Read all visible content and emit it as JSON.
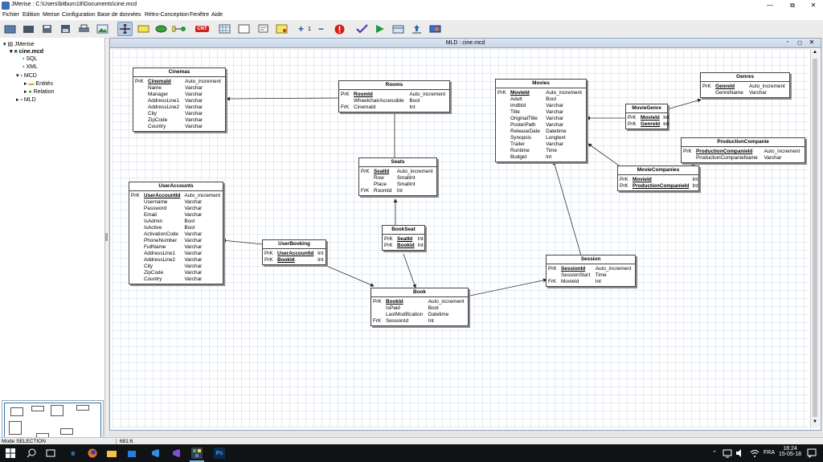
{
  "window": {
    "title": "JMerise : C:\\Users\\bitburn18\\Documents\\cine.mcd",
    "minimize": "—",
    "maximize": "⧉",
    "close": "✕"
  },
  "menu": [
    "Fichier",
    "Edition",
    "Merise",
    "Configuration",
    "Base de données",
    "Rétro-Conception",
    "Fenêtre",
    "Aide"
  ],
  "toolbar": {
    "cnt_label": "CNT",
    "zoom_value": "1",
    "plus": "+",
    "minus": "−"
  },
  "tree": {
    "root": "JMerise",
    "file": "cine.mcd",
    "sql": "SQL",
    "xml": "XML",
    "mcd": "MCD",
    "entities": "Entités",
    "relation": "Relation",
    "mld": "MLD"
  },
  "document": {
    "title": "MLD : cine.mcd"
  },
  "tables": {
    "cinemas": {
      "name": "Cinemas",
      "rows": [
        {
          "key": "PrK",
          "field": "CinemaId",
          "type": "Auto_increment",
          "pk": true
        },
        {
          "key": "",
          "field": "Name",
          "type": "Varchar"
        },
        {
          "key": "",
          "field": "Manager",
          "type": "Varchar"
        },
        {
          "key": "",
          "field": "AddressLine1",
          "type": "Varchar"
        },
        {
          "key": "",
          "field": "AddressLine2",
          "type": "Varchar"
        },
        {
          "key": "",
          "field": "City",
          "type": "Varchar"
        },
        {
          "key": "",
          "field": "ZipCode",
          "type": "Varchar"
        },
        {
          "key": "",
          "field": "Country",
          "type": "Varchar"
        }
      ]
    },
    "rooms": {
      "name": "Rooms",
      "rows": [
        {
          "key": "PrK",
          "field": "RoomId",
          "type": "Auto_increment",
          "pk": true
        },
        {
          "key": "",
          "field": "WheelchairAccessible",
          "type": "Bool"
        },
        {
          "key": "FrK",
          "field": "CinemaId",
          "type": "Int"
        }
      ]
    },
    "movies": {
      "name": "Movies",
      "rows": [
        {
          "key": "PrK",
          "field": "MovieId",
          "type": "Auto_increment",
          "pk": true
        },
        {
          "key": "",
          "field": "Adult",
          "type": "Bool"
        },
        {
          "key": "",
          "field": "imdbId",
          "type": "Varchar"
        },
        {
          "key": "",
          "field": "Title",
          "type": "Varchar"
        },
        {
          "key": "",
          "field": "OriginalTitle",
          "type": "Varchar"
        },
        {
          "key": "",
          "field": "PosterPath",
          "type": "Varchar"
        },
        {
          "key": "",
          "field": "ReleaseDate",
          "type": "Datetime"
        },
        {
          "key": "",
          "field": "Synopsis",
          "type": "Longtext"
        },
        {
          "key": "",
          "field": "Trailer",
          "type": "Varchar"
        },
        {
          "key": "",
          "field": "Runtime",
          "type": "Time"
        },
        {
          "key": "",
          "field": "Budget",
          "type": "Int"
        }
      ]
    },
    "genres": {
      "name": "Genres",
      "rows": [
        {
          "key": "PrK",
          "field": "GenreId",
          "type": "Auto_increment",
          "pk": true
        },
        {
          "key": "",
          "field": "GenreName",
          "type": "Varchar"
        }
      ]
    },
    "moviegenre": {
      "name": "MovieGenre",
      "rows": [
        {
          "key": "PrK",
          "field": "MovieId",
          "type": "Int",
          "pk": true
        },
        {
          "key": "PrK",
          "field": "GenreId",
          "type": "Int",
          "pk": true
        }
      ]
    },
    "productioncompanie": {
      "name": "ProductionCompanie",
      "rows": [
        {
          "key": "PrK",
          "field": "ProductionCompanieId",
          "type": "Auto_increment",
          "pk": true
        },
        {
          "key": "",
          "field": "ProductionCompanieName",
          "type": "Varchar"
        }
      ]
    },
    "moviecompanies": {
      "name": "MovieCompanies",
      "rows": [
        {
          "key": "PrK",
          "field": "MovieId",
          "type": "Int",
          "pk": true
        },
        {
          "key": "PrK",
          "field": "ProductionCompanieId",
          "type": "Int",
          "pk": true
        }
      ]
    },
    "seats": {
      "name": "Seats",
      "rows": [
        {
          "key": "PrK",
          "field": "SeatId",
          "type": "Auto_increment",
          "pk": true
        },
        {
          "key": "",
          "field": "Row",
          "type": "Smallint"
        },
        {
          "key": "",
          "field": "Place",
          "type": "Smallint"
        },
        {
          "key": "FrK",
          "field": "RoomId",
          "type": "Int"
        }
      ]
    },
    "useraccounts": {
      "name": "UserAccounts",
      "rows": [
        {
          "key": "PrK",
          "field": "UserAccountId",
          "type": "Auto_increment",
          "pk": true
        },
        {
          "key": "",
          "field": "Username",
          "type": "Varchar"
        },
        {
          "key": "",
          "field": "Password",
          "type": "Varchar"
        },
        {
          "key": "",
          "field": "Email",
          "type": "Varchar"
        },
        {
          "key": "",
          "field": "IsAdmin",
          "type": "Bool"
        },
        {
          "key": "",
          "field": "IsActive",
          "type": "Bool"
        },
        {
          "key": "",
          "field": "ActivationCode",
          "type": "Varchar"
        },
        {
          "key": "",
          "field": "PhoneNumber",
          "type": "Varchar"
        },
        {
          "key": "",
          "field": "FullName",
          "type": "Varchar"
        },
        {
          "key": "",
          "field": "AddressLine1",
          "type": "Varchar"
        },
        {
          "key": "",
          "field": "AddressLine2",
          "type": "Varchar"
        },
        {
          "key": "",
          "field": "City",
          "type": "Varchar"
        },
        {
          "key": "",
          "field": "ZipCode",
          "type": "Varchar"
        },
        {
          "key": "",
          "field": "Country",
          "type": "Varchar"
        }
      ]
    },
    "bookseat": {
      "name": "BookSeat",
      "rows": [
        {
          "key": "PrK",
          "field": "SeatId",
          "type": "Int",
          "pk": true
        },
        {
          "key": "PrK",
          "field": "BookId",
          "type": "Int",
          "pk": true
        }
      ]
    },
    "userbooking": {
      "name": "UserBooking",
      "rows": [
        {
          "key": "PrK",
          "field": "UserAccountId",
          "type": "Int",
          "pk": true
        },
        {
          "key": "PrK",
          "field": "BookId",
          "type": "Int",
          "pk": true
        }
      ]
    },
    "session": {
      "name": "Session",
      "rows": [
        {
          "key": "PrK",
          "field": "SessionId",
          "type": "Auto_increment",
          "pk": true
        },
        {
          "key": "",
          "field": "SessionStart",
          "type": "Time"
        },
        {
          "key": "FrK",
          "field": "MovieId",
          "type": "Int"
        }
      ]
    },
    "book": {
      "name": "Book",
      "rows": [
        {
          "key": "PrK",
          "field": "BookId",
          "type": "Auto_increment",
          "pk": true
        },
        {
          "key": "",
          "field": "IsPaid",
          "type": "Bool"
        },
        {
          "key": "",
          "field": "LastModification",
          "type": "Datetime"
        },
        {
          "key": "FrK",
          "field": "SessionId",
          "type": "Int"
        }
      ]
    }
  },
  "status": {
    "mode": "Mode SELECTION",
    "coords": "681:6."
  },
  "taskbar": {
    "lang": "FRA",
    "time": "18:24",
    "date": "15-05-18"
  },
  "colors": {
    "accent": "#3a6fb0",
    "taskbar": "#101316"
  }
}
